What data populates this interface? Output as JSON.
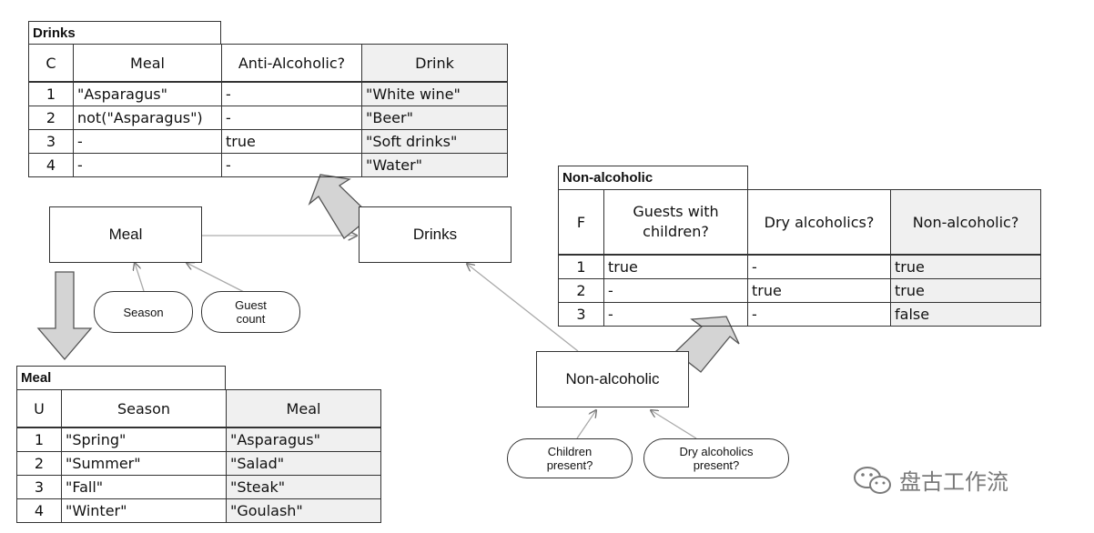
{
  "drinks_table": {
    "name": "Drinks",
    "hit_policy": "C",
    "columns": [
      "Meal",
      "Anti-Alcoholic?",
      "Drink"
    ],
    "rows": [
      [
        "1",
        "\"Asparagus\"",
        "-",
        "\"White wine\""
      ],
      [
        "2",
        "not(\"Asparagus\")",
        "-",
        "\"Beer\""
      ],
      [
        "3",
        "-",
        "true",
        "\"Soft drinks\""
      ],
      [
        "4",
        "-",
        "-",
        "\"Water\""
      ]
    ]
  },
  "nonalcoholic_table": {
    "name": "Non-alcoholic",
    "hit_policy": "F",
    "columns": [
      "Guests with\nchildren?",
      "Dry alcoholics?",
      "Non-alcoholic?"
    ],
    "rows": [
      [
        "1",
        "true",
        "-",
        "true"
      ],
      [
        "2",
        "-",
        "true",
        "true"
      ],
      [
        "3",
        "-",
        "-",
        "false"
      ]
    ]
  },
  "meal_table": {
    "name": "Meal",
    "hit_policy": "U",
    "columns": [
      "Season",
      "Meal"
    ],
    "rows": [
      [
        "1",
        "\"Spring\"",
        "\"Asparagus\""
      ],
      [
        "2",
        "\"Summer\"",
        "\"Salad\""
      ],
      [
        "3",
        "\"Fall\"",
        "\"Steak\""
      ],
      [
        "4",
        "\"Winter\"",
        "\"Goulash\""
      ]
    ]
  },
  "diagram": {
    "decisions": {
      "meal": "Meal",
      "drinks": "Drinks",
      "nonalcoholic": "Non-alcoholic"
    },
    "inputs": {
      "season": "Season",
      "guest_count": "Guest\ncount",
      "children_present": "Children\npresent?",
      "dry_alcoholics_present": "Dry alcoholics\npresent?"
    }
  },
  "watermark": {
    "icon": "wechat-icon",
    "text": "盘古工作流"
  },
  "colors": {
    "output_column_bg": "#f0f0f0",
    "arrow_fill": "#d4d4d4",
    "connector": "#999999"
  }
}
